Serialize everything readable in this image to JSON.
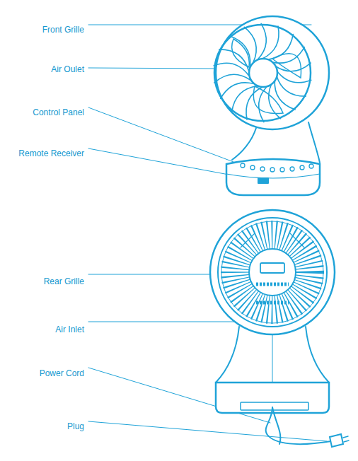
{
  "diagram": {
    "labels": [
      "Front Grille",
      "Air Oulet",
      "Control Panel",
      "Remote Receiver",
      "Rear Grille",
      "Air Inlet",
      "Power Cord",
      "Plug"
    ]
  }
}
